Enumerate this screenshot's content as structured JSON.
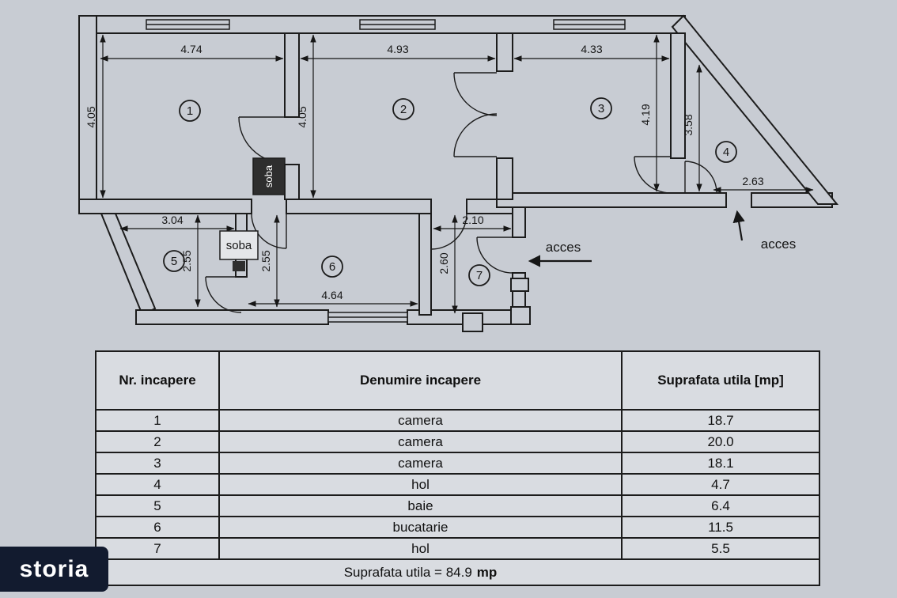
{
  "colors": {
    "paper": "#c8ccd3",
    "table_bg": "#d9dce1",
    "ink": "#1c1c1c",
    "brand_bg": "#121b2f",
    "brand_text": "#ffffff"
  },
  "floorplan": {
    "rooms": [
      "1",
      "2",
      "3",
      "4",
      "5",
      "6",
      "7"
    ],
    "dims": {
      "w1": "4.74",
      "w2": "4.93",
      "w3": "4.33",
      "w4": "2.63",
      "w5": "3.04",
      "w6": "4.64",
      "w7": "2.10",
      "h1": "4.05",
      "h2": "4.05",
      "h3": "4.19",
      "h4": "3.58",
      "h5": "2.55",
      "h6": "2.55",
      "h7": "2.60"
    },
    "labels": {
      "soba_upper": "soba",
      "soba_lower": "soba",
      "acces_entry": "acces",
      "acces_side": "acces"
    }
  },
  "table": {
    "headers": [
      "Nr. incapere",
      "Denumire incapere",
      "Suprafata utila [mp]"
    ],
    "rows": [
      {
        "nr": "1",
        "name": "camera",
        "area": "18.7"
      },
      {
        "nr": "2",
        "name": "camera",
        "area": "20.0"
      },
      {
        "nr": "3",
        "name": "camera",
        "area": "18.1"
      },
      {
        "nr": "4",
        "name": "hol",
        "area": "4.7"
      },
      {
        "nr": "5",
        "name": "baie",
        "area": "6.4"
      },
      {
        "nr": "6",
        "name": "bucatarie",
        "area": "11.5"
      },
      {
        "nr": "7",
        "name": "hol",
        "area": "5.5"
      }
    ],
    "footer_label": "Suprafata utila = 84.9",
    "footer_unit": "mp"
  },
  "watermark": {
    "brand": "storia"
  }
}
